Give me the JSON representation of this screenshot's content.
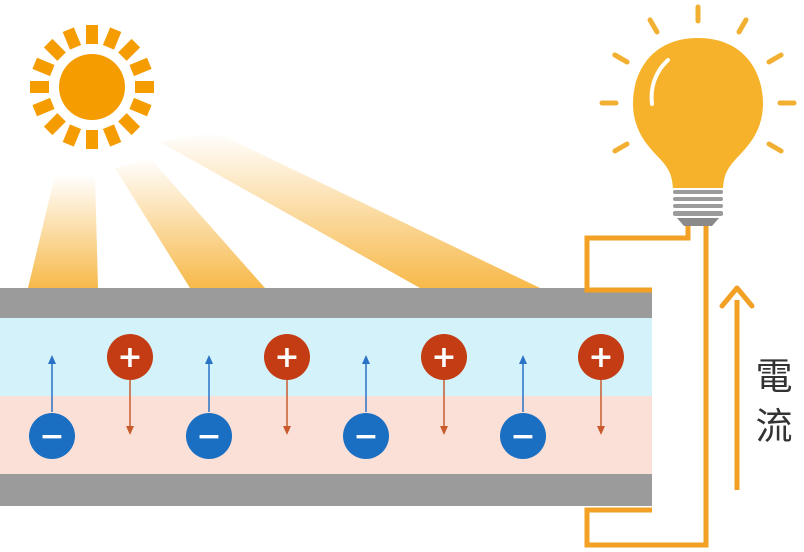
{
  "diagram": {
    "current_label": [
      "電",
      "流"
    ],
    "pairs": 4,
    "positive_symbol": "+",
    "negative_symbol": "−"
  },
  "colors": {
    "sun": "#f59c00",
    "ray": "#f7b94a",
    "bulb": "#f6b22a",
    "bulb_glow": "#f2b033",
    "wire": "#f2a124",
    "plate": "#9b9b9b",
    "n_layer": "#d3f2fa",
    "p_layer": "#fbe0d7",
    "positive_charge": "#c43c13",
    "negative_charge": "#1a6fc2",
    "up_arrow": "#2a72c6",
    "down_arrow": "#c85a2e"
  },
  "icons": {
    "sun": "sun-icon",
    "bulb": "light-bulb-icon",
    "current_arrow": "arrow-up-icon"
  }
}
